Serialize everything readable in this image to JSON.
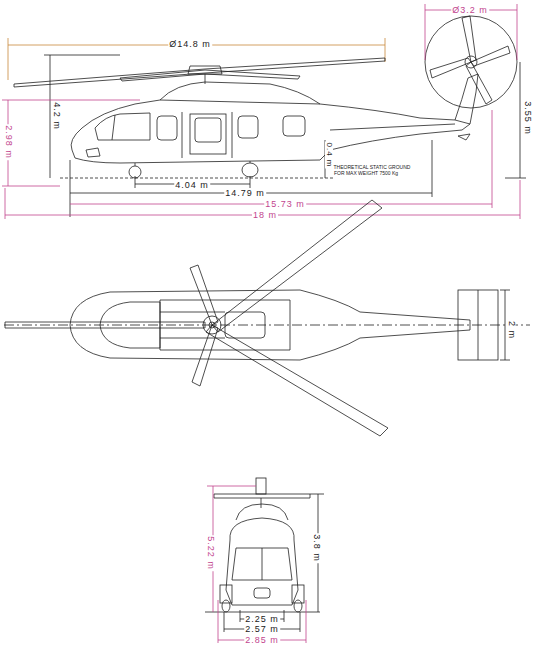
{
  "diagram": {
    "labels": [
      "Ø14.8 m",
      "Ø3.2 m",
      "4.2 m",
      "2.98 m",
      "3.55 m",
      "0.4 m",
      "THEORETICAL STATIC GROUND",
      "FOR MAX WEIGHT 7500 Kg",
      "4.04 m",
      "14.79 m",
      "15.73 m",
      "18 m",
      "2 m",
      "5.22 m",
      "3.8 m",
      "2.25 m",
      "2.57 m",
      "2.85 m"
    ]
  }
}
